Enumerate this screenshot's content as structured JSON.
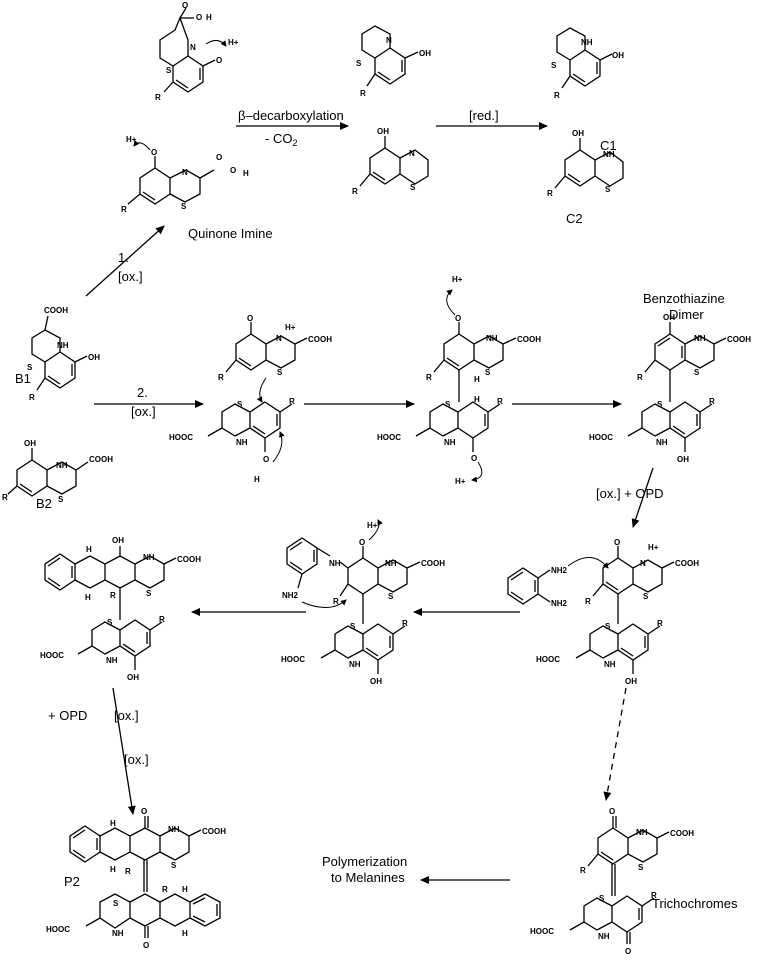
{
  "labels": {
    "beta_decarboxylation": "β–decarboxylation",
    "minus_co2": "- CO",
    "co2_sub": "2",
    "red": "[red.]",
    "c1": "C1",
    "c2": "C2",
    "quinone_imine": "Quinone Imine",
    "step1_num": "1.",
    "step1_ox": "[ox.]",
    "step2_num": "2.",
    "step2_ox": "[ox.]",
    "b1": "B1",
    "b2": "B2",
    "benzothiazine_dimer_l1": "Benzothiazine",
    "benzothiazine_dimer_l2": "Dimer",
    "ox_opd": "[ox.] + OPD",
    "plus_opd": "+ OPD",
    "ox_a": "[ox.]",
    "ox_b": "[ox.]",
    "p2": "P2",
    "polymerization_l1": "Polymerization",
    "polymerization_l2": "to Melanines",
    "trichochromes": "Trichochromes"
  },
  "atoms": {
    "oh": "OH",
    "o": "O",
    "h": "H",
    "hplus": "H+",
    "n": "N",
    "nh": "NH",
    "s": "S",
    "r": "R",
    "cooh": "COOH",
    "hooc": "HOOC",
    "nh2": "NH2"
  }
}
